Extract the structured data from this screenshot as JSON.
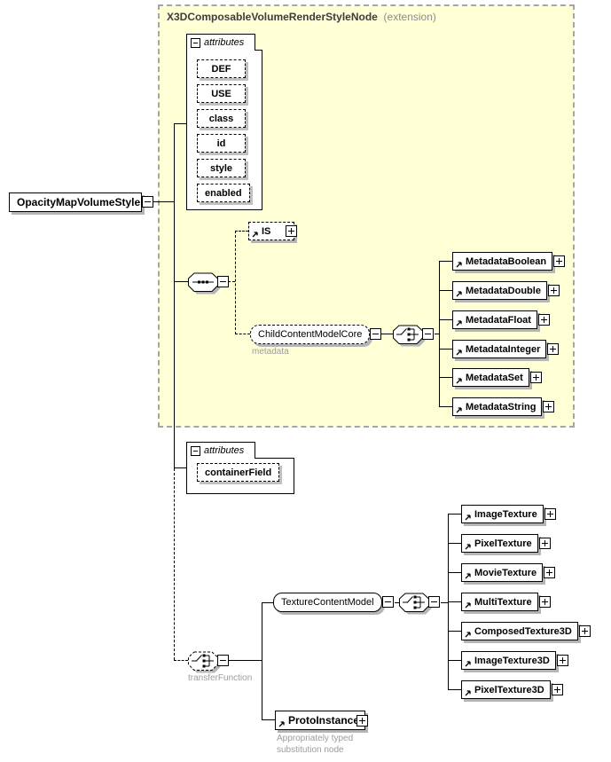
{
  "root_node": {
    "label": "OpacityMapVolumeStyle"
  },
  "group": {
    "title": "X3DComposableVolumeRenderStyleNode",
    "tag": "(extension)"
  },
  "attr_group1": {
    "header": "attributes",
    "items": [
      "DEF",
      "USE",
      "class",
      "id",
      "style",
      "enabled"
    ]
  },
  "is_node": {
    "label": "IS"
  },
  "child_content": {
    "label": "ChildContentModelCore",
    "annotation": "metadata"
  },
  "metadata_nodes": [
    "MetadataBoolean",
    "MetadataDouble",
    "MetadataFloat",
    "MetadataInteger",
    "MetadataSet",
    "MetadataString"
  ],
  "attr_group2": {
    "header": "attributes",
    "items": [
      "containerField"
    ]
  },
  "transfer_function": {
    "annotation": "transferFunction"
  },
  "texture_content": {
    "label": "TextureContentModel"
  },
  "texture_nodes": [
    "ImageTexture",
    "PixelTexture",
    "MovieTexture",
    "MultiTexture",
    "ComposedTexture3D",
    "ImageTexture3D",
    "PixelTexture3D"
  ],
  "proto_instance": {
    "label": "ProtoInstance",
    "annotation_line1": "Appropriately typed",
    "annotation_line2": "substitution node"
  },
  "colors": {
    "group_fill": "#FFFFD6",
    "group_border": "#A6A6A6",
    "box_shadow": "#B5B5B5",
    "annotation_text": "#9C9C9C",
    "line": "#000000"
  }
}
